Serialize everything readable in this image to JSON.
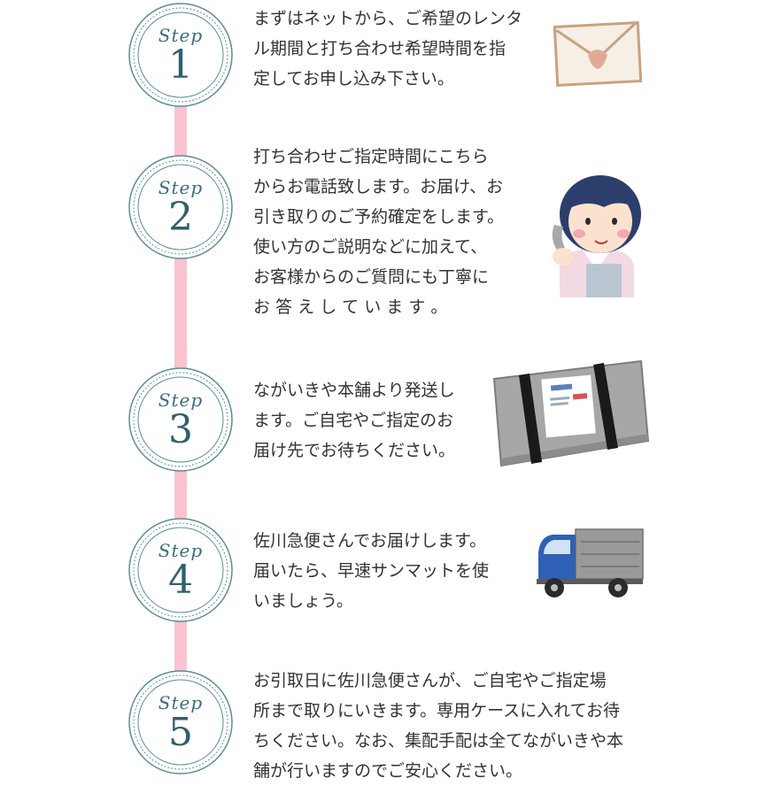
{
  "step_word": "Step",
  "steps": [
    {
      "number": "1",
      "lines": [
        "まずはネットから、ご希望のレンタ",
        "ル期間と打ち合わせ希望時間を指",
        "定してお申し込み下さい。"
      ],
      "icon": "envelope-icon"
    },
    {
      "number": "2",
      "lines": [
        "打ち合わせご指定時間にこちら",
        "からお電話致します。お届け、お",
        "引き取りのご予約確定をします。",
        "使い方のご説明などに加えて、",
        "お客様からのご質問にも丁寧に",
        "お 答 え し て い ま す 。"
      ],
      "icon": "operator-icon"
    },
    {
      "number": "3",
      "lines": [
        "ながいきや本舗より発送し",
        "ます。ご自宅やご指定のお",
        "届け先でお待ちください。"
      ],
      "icon": "package-icon"
    },
    {
      "number": "4",
      "lines": [
        "佐川急便さんでお届けします。",
        "届いたら、早速サンマットを使",
        "いましょう。"
      ],
      "icon": "truck-icon"
    },
    {
      "number": "5",
      "lines": [
        "お引取日に佐川急便さんが、ご自宅やご指定場",
        "所まで取りにいきます。専用ケースに入れてお待",
        "ちください。なお、集配手配は全てながいきや本",
        "舗が行いますのでご安心ください。"
      ],
      "icon": null
    }
  ],
  "colors": {
    "timeline": "#f9c3cf",
    "badge_ring": "#5a8d99",
    "badge_text": "#2f5f6f"
  }
}
